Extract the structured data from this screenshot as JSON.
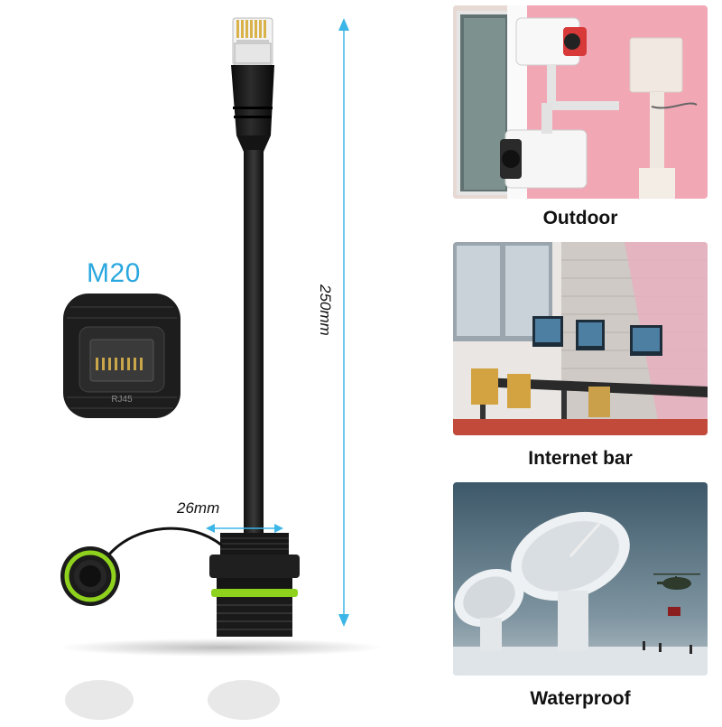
{
  "product": {
    "label_m20": "M20",
    "dim_length": "250mm",
    "dim_diameter": "26mm",
    "connector_marking": "RJ45",
    "accent_color": "#2aa7df",
    "ring_color": "#8fd21e"
  },
  "scenes": [
    {
      "caption": "Outdoor",
      "icon": "security-camera-photo"
    },
    {
      "caption": "Internet bar",
      "icon": "computer-room-photo"
    },
    {
      "caption": "Waterproof",
      "icon": "satellite-dish-photo"
    }
  ]
}
